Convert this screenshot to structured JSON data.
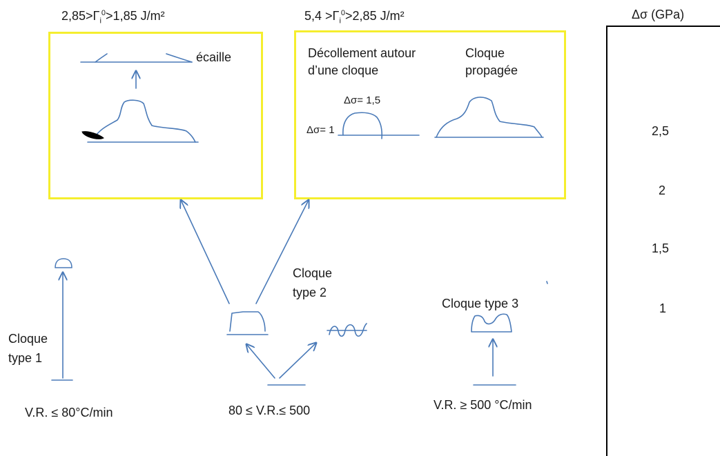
{
  "header_left": {
    "pre": "2,85>Γ",
    "sub": "i",
    "sup": "0",
    "post": ">1,85 J/m²"
  },
  "header_mid": {
    "pre": "5,4 >Γ",
    "sub": "i",
    "sup": "0",
    "post": ">2,85 J/m²"
  },
  "scale": {
    "title": "Δσ (GPa)",
    "ticks": [
      "2,5",
      "2",
      "1,5",
      "1"
    ]
  },
  "box_left": {
    "label_ecaille": "écaille"
  },
  "box_right": {
    "decollement_line1": "Décollement autour",
    "decollement_line2": "d’une cloque",
    "propagee_line1": "Cloque",
    "propagee_line2": "propagée",
    "delta_top": "Δσ= 1,5",
    "delta_side": "Δσ= 1"
  },
  "types": {
    "type1_line1": "Cloque",
    "type1_line2": "type 1",
    "type2_line1": "Cloque",
    "type2_line2": "type 2",
    "type3": "Cloque type 3"
  },
  "rates": {
    "low": "V.R. ≤ 80°C/min",
    "mid": "80 ≤ V.R.≤ 500",
    "high": "V.R. ≥ 500 °C/min"
  },
  "colors": {
    "sketch": "#4a7ab8",
    "frame": "#f5ee2e",
    "text": "#1a1a1a"
  }
}
